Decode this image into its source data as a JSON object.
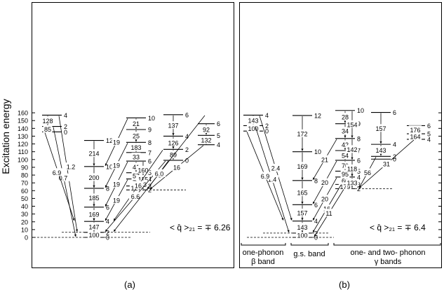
{
  "y_axis": {
    "label": "Excitation energy",
    "ticks": [
      "0",
      "10",
      "20",
      "30",
      "40",
      "50",
      "60",
      "70",
      "80",
      "90",
      "100",
      "110",
      "120",
      "130",
      "140",
      "150",
      "160"
    ]
  },
  "panels": [
    {
      "id": "a",
      "caption": "(a)",
      "formula": "< q̂ >₂₁ = ∓ 6.26",
      "band_labels": [],
      "levels": [
        {
          "spin": "0",
          "energy": 0
        },
        {
          "spin": "2",
          "energy": 6.5
        },
        {
          "spin": "4",
          "energy": 20.5
        },
        {
          "spin": "6",
          "energy": 38.8
        },
        {
          "spin": "8",
          "energy": 63
        },
        {
          "spin": "10",
          "energy": 91
        },
        {
          "spin": "12",
          "energy": 124.5
        },
        {
          "spin": "0",
          "energy": 135.5
        },
        {
          "spin": "2",
          "energy": 142.5
        },
        {
          "spin": "4",
          "energy": 157
        },
        {
          "spin": "2",
          "energy": 61
        },
        {
          "spin": "3",
          "energy": 66
        },
        {
          "spin": "4",
          "energy": 75
        },
        {
          "spin": "5",
          "energy": 83
        },
        {
          "spin": "6",
          "energy": 98
        },
        {
          "spin": "7",
          "energy": 109
        },
        {
          "spin": "8",
          "energy": 122
        },
        {
          "spin": "9",
          "energy": 138.5
        },
        {
          "spin": "10",
          "energy": 153.5
        },
        {
          "spin": "0",
          "energy": 99
        },
        {
          "spin": "2",
          "energy": 113
        },
        {
          "spin": "4",
          "energy": 130
        },
        {
          "spin": "6",
          "energy": 157.5
        },
        {
          "spin": "4",
          "energy": 119
        },
        {
          "spin": "5",
          "energy": 131
        },
        {
          "spin": "6",
          "energy": 146
        }
      ],
      "transition_labels": [
        "100",
        "147",
        "169",
        "185",
        "200",
        "214",
        "128",
        "85",
        "1.2",
        "0.7",
        "6.9",
        "21",
        "25",
        "183",
        "33",
        "41",
        "160",
        "57",
        "78",
        "115",
        "127",
        "63",
        "160",
        "19",
        "19",
        "19",
        "19",
        "16",
        "6.6",
        "137",
        "126",
        "89",
        "48",
        "92",
        "132",
        "16",
        "6.0"
      ]
    },
    {
      "id": "b",
      "caption": "(b)",
      "formula": "< q̂ >₂₁ = ∓ 6.4",
      "band_labels": [
        "one-phonon",
        "β band",
        "g.s. band",
        "one- and two- phonon",
        "γ bands"
      ],
      "levels": [
        {
          "spin": "0",
          "energy": 0
        },
        {
          "spin": "2",
          "energy": 5.5
        },
        {
          "spin": "4",
          "energy": 21
        },
        {
          "spin": "6",
          "energy": 42
        },
        {
          "spin": "8",
          "energy": 73
        },
        {
          "spin": "10",
          "energy": 110
        },
        {
          "spin": "12",
          "energy": 156.5
        },
        {
          "spin": "0",
          "energy": 136.5
        },
        {
          "spin": "2",
          "energy": 143.5
        },
        {
          "spin": "4",
          "energy": 157
        },
        {
          "spin": "2",
          "energy": 62.5
        },
        {
          "spin": "3",
          "energy": 68
        },
        {
          "spin": "4",
          "energy": 77.5
        },
        {
          "spin": "5",
          "energy": 85
        },
        {
          "spin": "6",
          "energy": 99
        },
        {
          "spin": "7",
          "energy": 111.5
        },
        {
          "spin": "8",
          "energy": 127
        },
        {
          "spin": "9",
          "energy": 146
        },
        {
          "spin": "10",
          "energy": 163
        },
        {
          "spin": "0",
          "energy": 100.5
        },
        {
          "spin": "2",
          "energy": 104
        },
        {
          "spin": "4",
          "energy": 119.5
        },
        {
          "spin": "6",
          "energy": 160.5
        },
        {
          "spin": "4",
          "energy": 126
        },
        {
          "spin": "5",
          "energy": 133
        },
        {
          "spin": "6",
          "energy": 143.5
        }
      ],
      "transition_labels": [
        "100",
        "143",
        "157",
        "165",
        "169",
        "172",
        "143",
        "100",
        "2.4",
        "1.4",
        "6.9",
        "28",
        "154",
        "34",
        "42",
        "142",
        "54",
        "70",
        "118",
        "95",
        "133",
        "60",
        "179",
        "21",
        "20",
        "20",
        "16",
        "11",
        "157",
        "143",
        "56",
        "176",
        "164",
        "31"
      ]
    }
  ]
}
